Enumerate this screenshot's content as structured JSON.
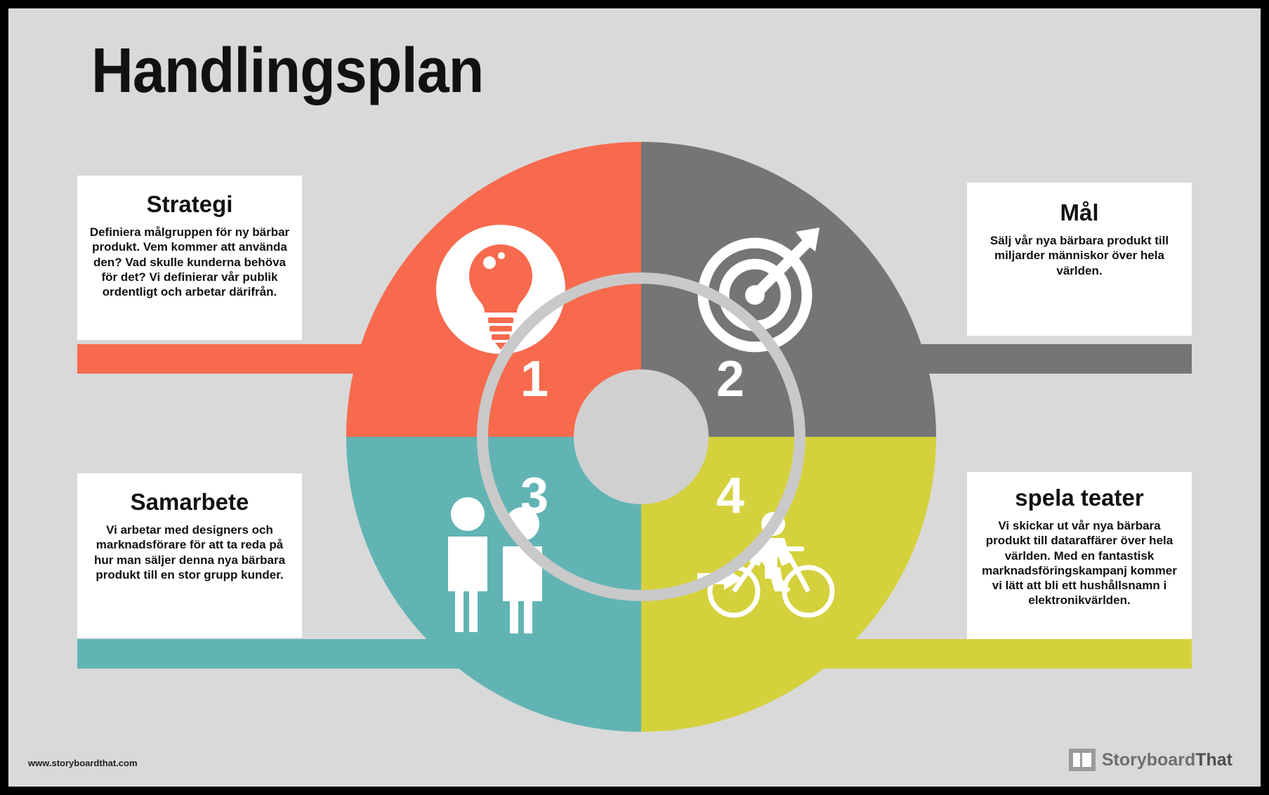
{
  "page": {
    "title": "Handlingsplan",
    "background_color": "#d9d9d9",
    "border_color": "#000000"
  },
  "wheel": {
    "segments": [
      {
        "number": "1",
        "color": "#f76a4e",
        "position": "top-left",
        "icon": "lightbulb-icon",
        "heading": "Strategi",
        "body": "Definiera målgruppen för ny bärbar produkt. Vem kommer att använda den? Vad skulle kunderna behöva för det? Vi definierar vår publik ordentligt och arbetar därifrån."
      },
      {
        "number": "2",
        "color": "#757575",
        "position": "top-right",
        "icon": "target-icon",
        "heading": "Mål",
        "body": "Sälj vår nya bärbara produkt till miljarder människor över hela världen."
      },
      {
        "number": "3",
        "color": "#62b4b4",
        "position": "bottom-left",
        "icon": "people-icon",
        "heading": "Samarbete",
        "body": "Vi arbetar med designers och marknadsförare för att ta reda på hur man säljer denna nya bärbara produkt till en stor grupp kunder."
      },
      {
        "number": "4",
        "color": "#d4d13c",
        "position": "bottom-right",
        "icon": "cyclist-icon",
        "heading": "spela teater",
        "body": "Vi skickar ut vår nya bärbara produkt till dataraffärer över hela världen. Med en fantastisk marknadsföringskampanj kommer vi lätt att bli ett hushållsnamn i elektronikvärlden."
      }
    ],
    "ring_color": "#c9c9c9",
    "hub_color": "#d0d0d0"
  },
  "footer": {
    "url": "www.storyboardthat.com",
    "logo_first": "Storyboard",
    "logo_second": "That"
  }
}
